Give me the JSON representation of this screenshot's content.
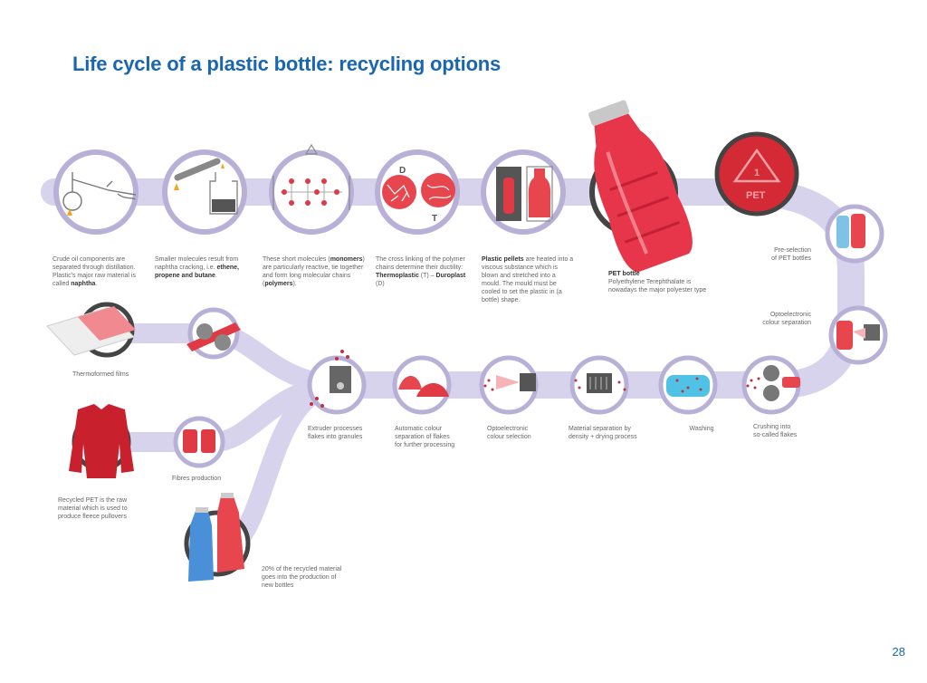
{
  "title": "Life cycle of a plastic bottle: recycling options",
  "page_number": "28",
  "colors": {
    "track": "#d8d3ec",
    "ring": "#b9b0d8",
    "dark_ring": "#444444",
    "accent_red": "#e03a44",
    "title_blue": "#1a66b0"
  },
  "steps": {
    "distillation": {
      "pre": "Crude oil components are separated through distillation. Plastic's major raw material is called ",
      "bold": "naphtha",
      "post": "."
    },
    "cracking": {
      "pre": "Smaller molecules result from naphtha cracking, i.e. ",
      "bold": "ethene, propene and butane",
      "post": "."
    },
    "polymers": {
      "pre": "These short molecules (",
      "bold": "monomers",
      "mid": ") are particularly reactive, tie together and form long molecular chains (",
      "bold2": "polymers",
      "post": ")."
    },
    "crosslinking": {
      "pre": "The cross linking of the polymer chains determine their ductility: ",
      "bold": "Thermoplastic",
      "mid": " (T) – ",
      "bold2": "Duroplast",
      "post": " (D)"
    },
    "pellets": {
      "bold": "Plastic pellets",
      "post": " are heated into a viscous substance which is blown and stretched into a mould. The mould must be cooled to set the plastic in (a bottle) shape."
    },
    "pet_bottle": {
      "bold": "PET bottle",
      "post": "Polyethylene Terephthalate is nowadays the major polyester type"
    },
    "preselection": "Pre-selection\nof PET bottles",
    "opto_colour": "Optoelectronic\ncolour separation",
    "crushing": "Crushing into\nso-called flakes",
    "washing": "Washing",
    "density": "Material separation by\ndensity + drying process",
    "opto_select": "Optoelectronic\ncolour selection",
    "auto_colour": "Automatic colour\nseparation of flakes\nfor further processing",
    "extruder": "Extruder processes\nflakes into granules",
    "films": "Thermoformed films",
    "fibres": "Fibres production",
    "fleece": "Recycled PET is the raw\nmaterial which is used to\nproduce fleece pullovers",
    "new_bottles": "20% of the recycled material\ngoes into the production of\nnew bottles"
  },
  "labels": {
    "duroplast_letter": "D",
    "thermoplastic_letter": "T",
    "recycle_code": "1",
    "recycle_text": "PET"
  },
  "icons": {
    "distillation": "distillation-apparatus-icon",
    "cracking": "cracking-flask-icon",
    "polymers": "polymer-chain-icon",
    "crosslinking": "cross-linking-icon",
    "pellets": "bottle-mould-icon",
    "pet_bottle": "pet-bottle-photo",
    "recycle_symbol": "pet-recycling-symbol-icon",
    "preselection": "sorted-bottles-icon",
    "opto_colour": "optical-sensor-icon",
    "crushing": "crusher-icon",
    "washing": "washing-bath-icon",
    "density": "density-separator-icon",
    "opto_select": "optical-selector-icon",
    "auto_colour": "flake-piles-icon",
    "extruder": "extruder-icon",
    "films": "thermoformed-film-icon",
    "fibres": "fibre-reels-icon",
    "fleece": "fleece-pullover-icon",
    "new_bottles": "new-bottles-icon"
  }
}
